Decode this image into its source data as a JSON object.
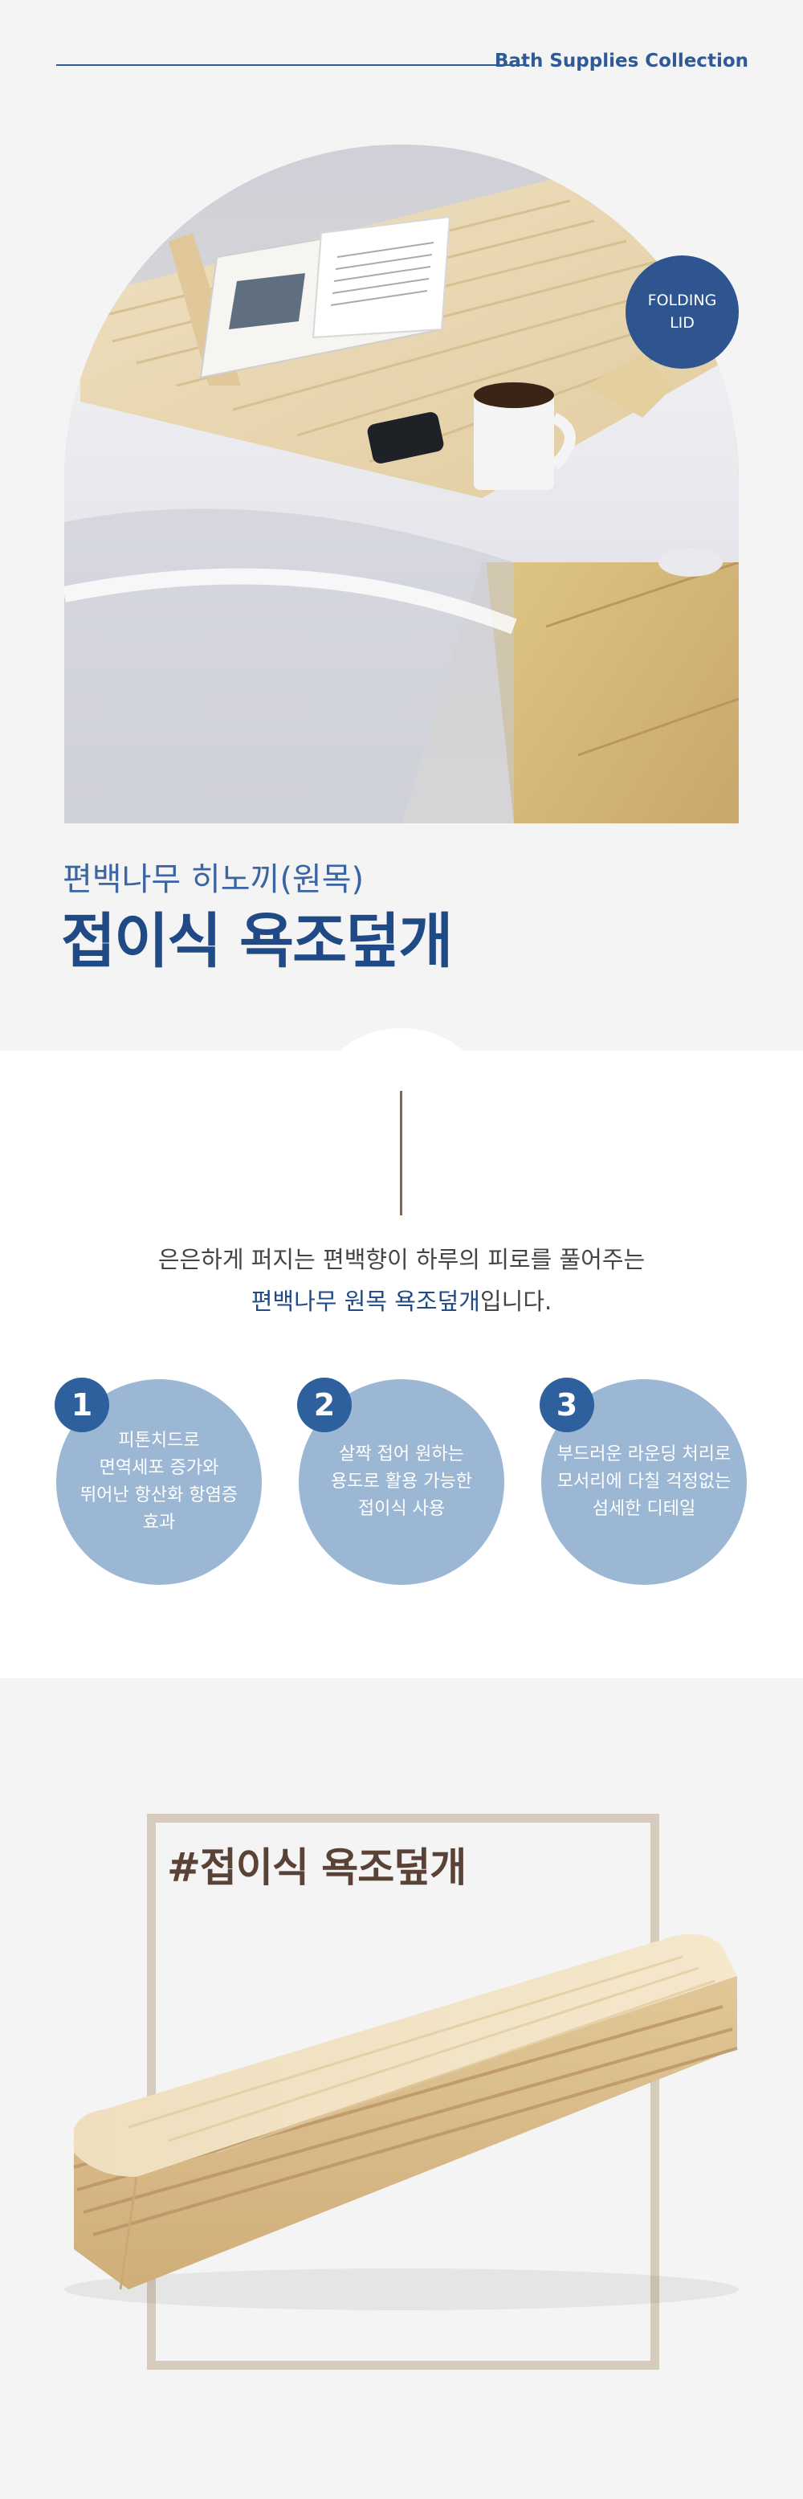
{
  "header": {
    "title": "Bath Supplies Collection"
  },
  "hero": {
    "badge_line1": "FOLDING",
    "badge_line2": "LID"
  },
  "intro": {
    "subtitle": "편백나무 히노끼(원목)",
    "title": "접이식 욕조덮개"
  },
  "description": {
    "line1": "은은하게 퍼지는 편백향이 하루의 피로를 풀어주는",
    "line2_highlight": "편백나무 원목 욕조덮개",
    "line2_rest": "입니다."
  },
  "features": [
    {
      "number": "1",
      "lines": [
        "피톤치드로",
        "면역세포 증가와",
        "뛰어난 항산화 항염증",
        "효과"
      ]
    },
    {
      "number": "2",
      "lines": [
        "살짝 접어 원하는",
        "용도로 활용 가능한",
        "접이식 사용"
      ]
    },
    {
      "number": "3",
      "lines": [
        "부드러운 라운딩 처리로",
        "모서리에 다칠 걱정없는",
        "섬세한 디테일"
      ]
    }
  ],
  "product_section": {
    "title": "#접이식 욕조덮개"
  },
  "colors": {
    "brand_blue": "#2f5a95",
    "feature_circle": "#9cb7d4",
    "frame_beige": "#d7cbbd"
  }
}
